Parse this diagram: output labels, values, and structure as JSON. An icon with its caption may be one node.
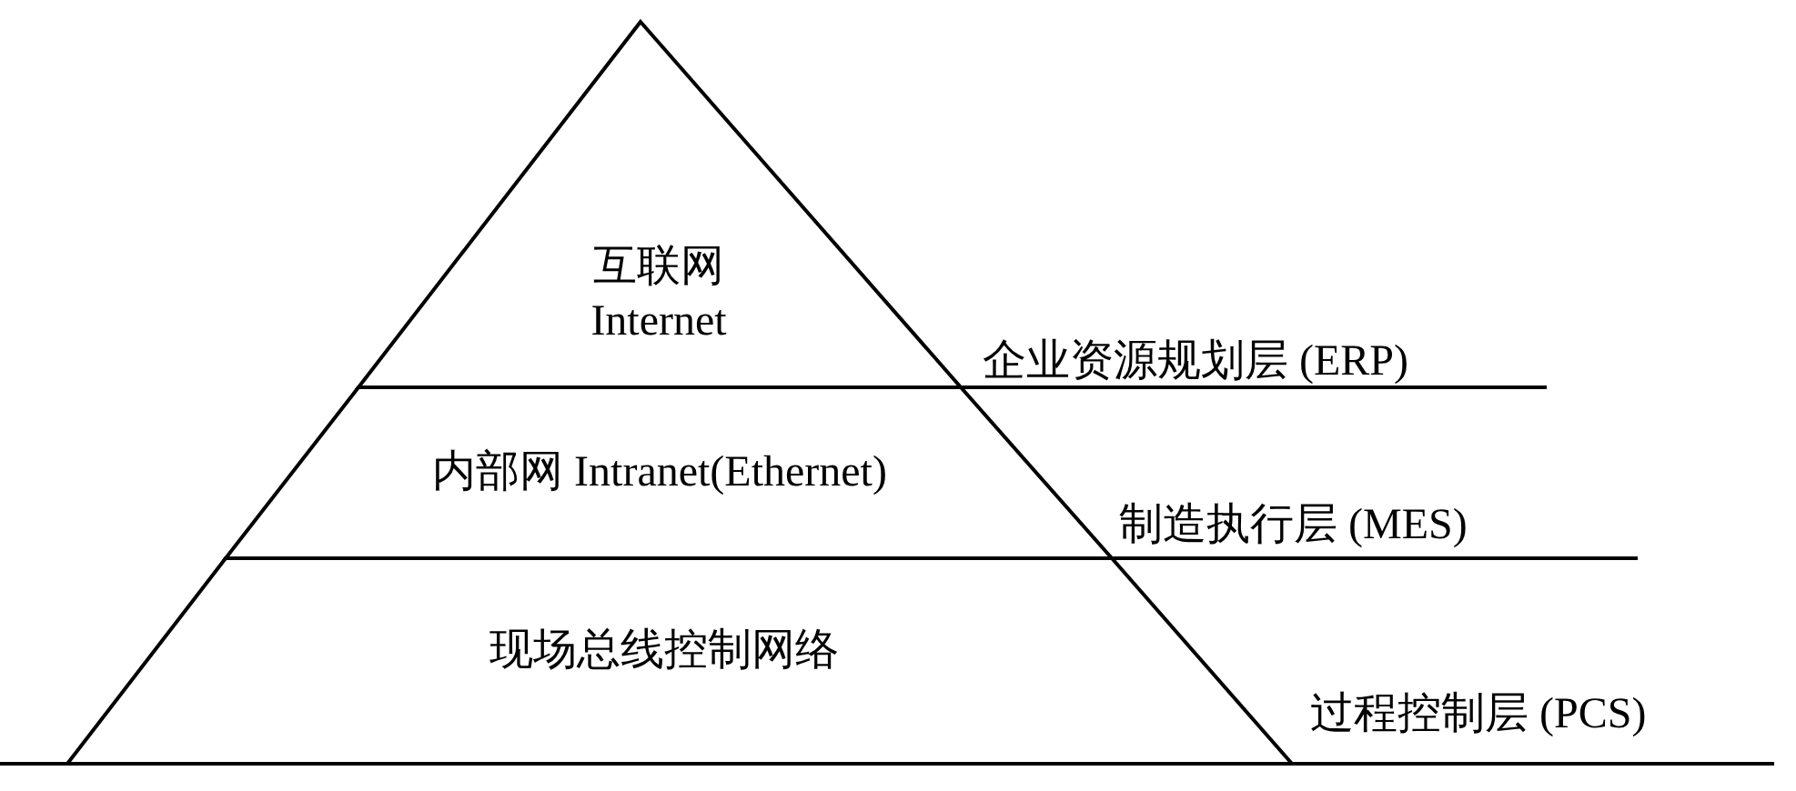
{
  "diagram": {
    "nodes": [
      {
        "text": [
          "互联网 Internet"
        ],
        "beside": [
          "企业资源规划层 (ERP)"
        ]
      },
      {
        "text": [
          "内部网 Intranet(Ethernet)"
        ],
        "beside": [
          "制造执行层 (MES)"
        ]
      },
      {
        "text": [
          "现场总线控制网络"
        ],
        "beside": [
          "过程控制层 (PCS)"
        ]
      }
    ]
  }
}
